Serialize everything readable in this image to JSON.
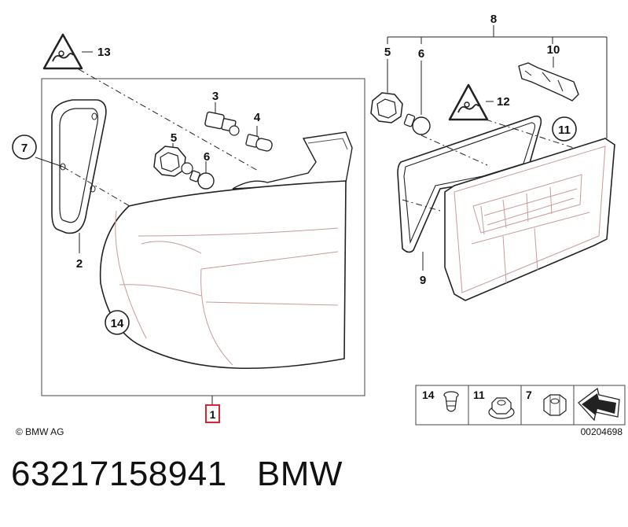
{
  "callouts": {
    "n1": "1",
    "n2": "2",
    "n3": "3",
    "n4": "4",
    "n5a": "5",
    "n5b": "5",
    "n6a": "6",
    "n6b": "6",
    "n7": "7",
    "n8": "8",
    "n9": "9",
    "n10": "10",
    "n11": "11",
    "n12": "12",
    "n13": "13",
    "n14": "14"
  },
  "legend": {
    "item_14": "14",
    "item_11": "11",
    "item_7": "7"
  },
  "copyright": "© BMW AG",
  "drawing_number": "00204698",
  "part_number": "63217158941",
  "brand": "BMW",
  "colors": {
    "line": "#222222",
    "part_outline": "#333333",
    "lens_detail": "#c99a9a",
    "highlight_box": "#d9262c",
    "legend_bg": "#f3f3f3"
  }
}
